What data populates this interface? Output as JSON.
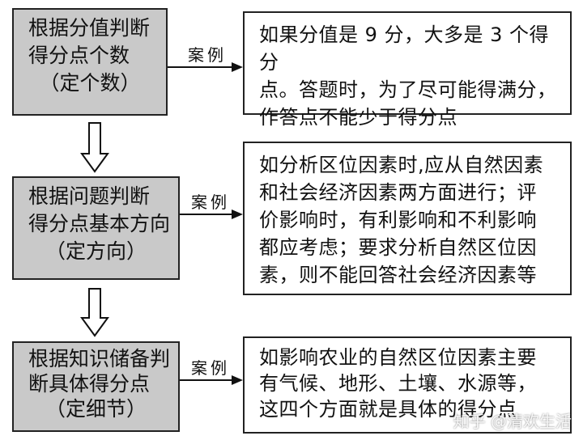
{
  "steps": [
    {
      "left_lines": [
        "根据分值判断",
        "得分点个数"
      ],
      "left_sub": "（定个数）",
      "link_label": "案例",
      "right_lines": [
        "如果分值是 9 分，大多是 3 个得分",
        "点。答题时，为了尽可能得满分，",
        "作答点不能少于得分点"
      ]
    },
    {
      "left_lines": [
        "根据问题判断",
        "得分点基本方向"
      ],
      "left_sub": "（定方向）",
      "link_label": "案例",
      "right_lines": [
        "如分析区位因素时,应从自然因素",
        "和社会经济因素两方面进行；评",
        "价影响时，有利影响和不利影响",
        "都应考虑；要求分析自然区位因",
        "素，则不能回答社会经济因素等"
      ]
    },
    {
      "left_lines": [
        "根据知识储备判",
        "断具体得分点"
      ],
      "left_sub": "（定细节）",
      "link_label": "案例",
      "right_lines": [
        "如影响农业的自然区位因素主要",
        "有气候、地形、土壤、水源等，",
        "这四个方面就是具体的得分点"
      ]
    }
  ],
  "watermark": "知乎 @清欢生活"
}
